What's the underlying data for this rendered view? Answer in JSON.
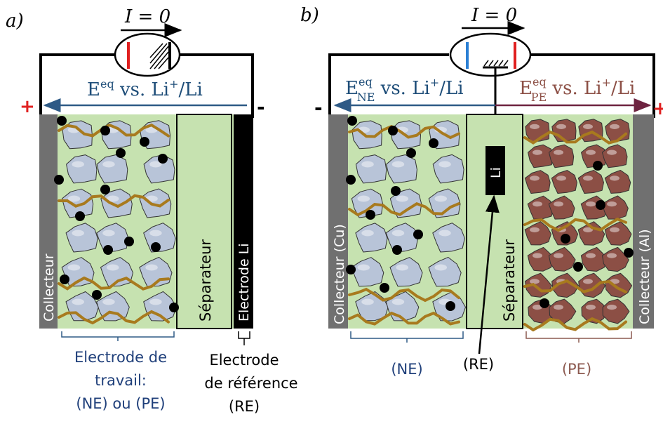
{
  "panel_a": {
    "label": "a)",
    "current": "I = 0",
    "potential": {
      "E": "E",
      "sup": "eq",
      "text": " vs. Li",
      "plus": "+",
      "end": "/Li"
    },
    "plus_sign": "+",
    "minus_sign": "-",
    "collector": "Collecteur",
    "separator": "Séparateur",
    "li_electrode": "Electrode Li",
    "working_label": [
      "Electrode de",
      "travail:",
      "(NE) ou (PE)"
    ],
    "reference_label": [
      "Electrode",
      "de référence",
      "(RE)"
    ]
  },
  "panel_b": {
    "label": "b)",
    "current": "I = 0",
    "potential_ne": {
      "E": "E",
      "sup": "eq",
      "sub": "NE",
      "text": " vs. Li",
      "plus": "+",
      "end": "/Li"
    },
    "potential_pe": {
      "E": "E",
      "sup": "eq",
      "sub": "PE",
      "text": " vs. Li",
      "plus": "+",
      "end": "/Li"
    },
    "minus_sign": "-",
    "plus_sign": "+",
    "collector_cu": "Collecteur (Cu)",
    "collector_al": "Collecteur (Al)",
    "separator": "Séparateur",
    "li": "Li",
    "ne_label": "(NE)",
    "re_label": "(RE)",
    "pe_label": "(PE)"
  },
  "colors": {
    "electrolyte": "#c6e2b0",
    "collector": "#707070",
    "ne_particle": "#b8c4d8",
    "pe_particle": "#8c4f45",
    "binder": "#a87a1e",
    "navy": "#1f3f7a",
    "ne_arrow": "#2e5a86",
    "pe_arrow": "#6e2340",
    "red": "#e02020",
    "blue": "#2a7fd4"
  }
}
